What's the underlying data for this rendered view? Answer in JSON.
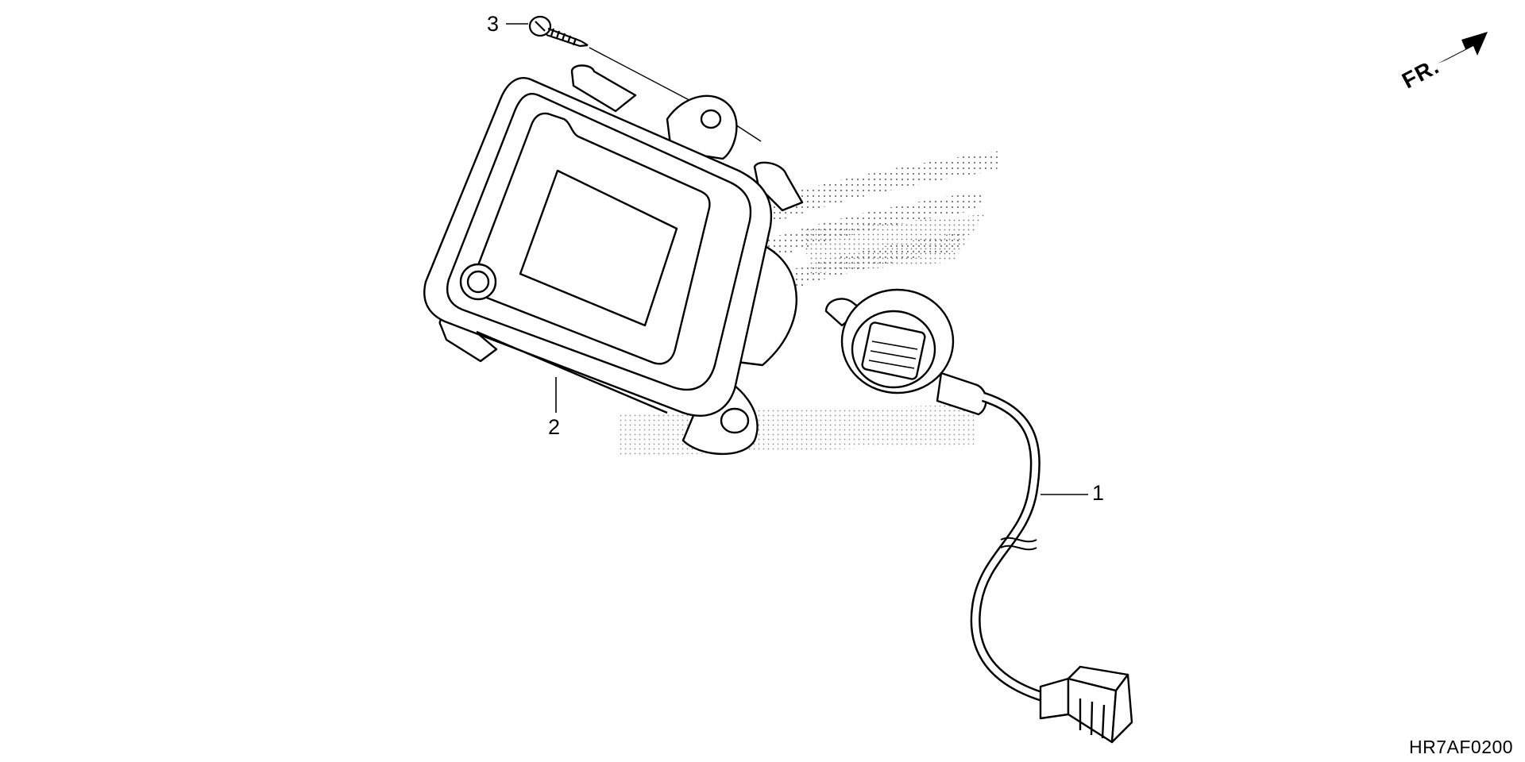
{
  "diagram": {
    "callouts": [
      {
        "number": "1",
        "part": "meter-harness"
      },
      {
        "number": "2",
        "part": "meter-assembly"
      },
      {
        "number": "3",
        "part": "tapping-screw"
      }
    ],
    "direction_label": "FR.",
    "diagram_code": "HR7AF0200",
    "watermark": "HONDA wing logo (halftone)"
  }
}
